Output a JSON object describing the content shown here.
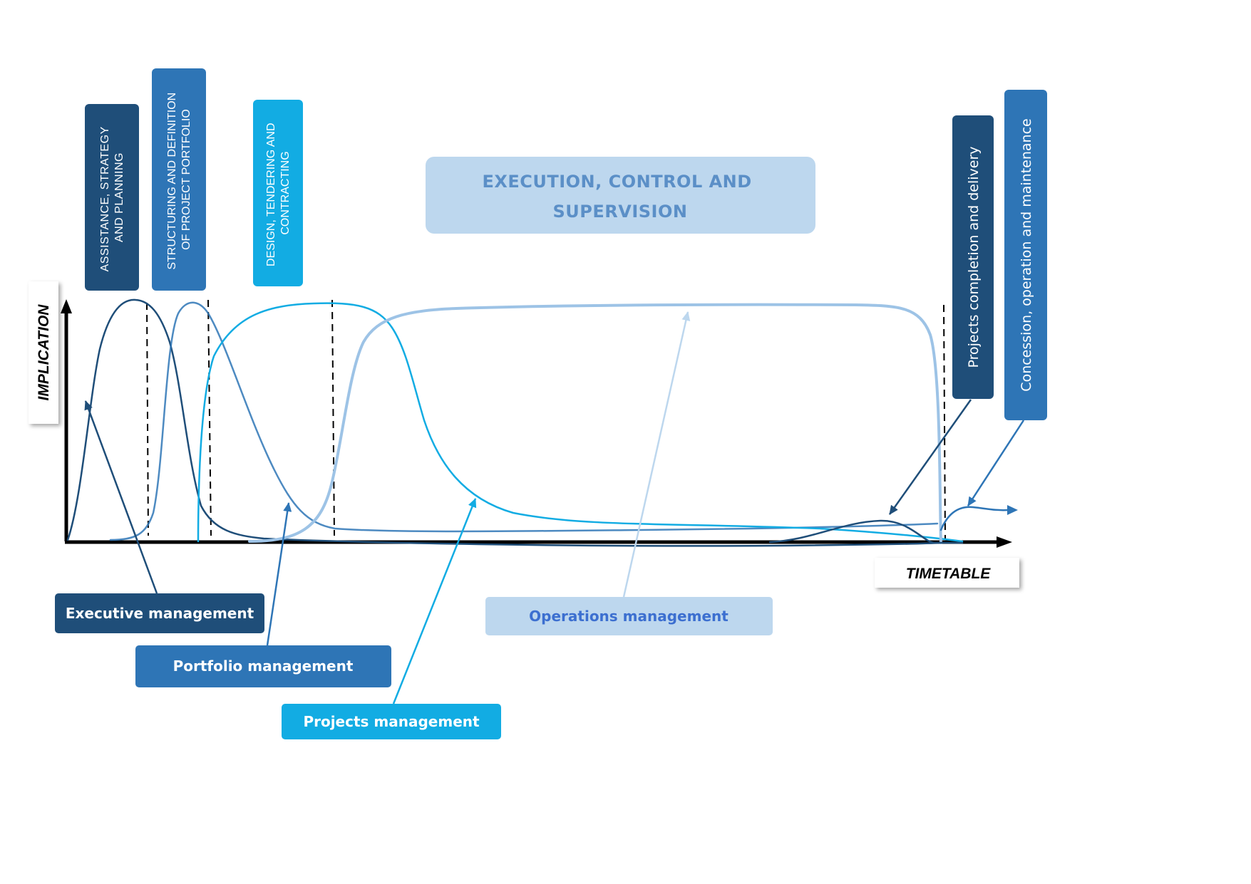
{
  "diagram": {
    "axes": {
      "y_label": "IMPLICATION",
      "x_label": "TIMETABLE"
    },
    "phases": {
      "assistance": [
        "ASSISTANCE, STRATEGY",
        "AND PLANNING"
      ],
      "structuring": [
        "STRUCTURING AND DEFINITION",
        "OF PROJECT PORTFOLIO"
      ],
      "design": [
        "DESIGN, TENDERING AND",
        "CONTRACTING"
      ],
      "execution": [
        "EXECUTION, CONTROL AND",
        "SUPERVISION"
      ],
      "completion": "Projects completion and delivery",
      "concession": "Concession, operation and maintenance"
    },
    "roles": {
      "executive": "Executive management",
      "portfolio": "Portfolio management",
      "projects": "Projects management",
      "operations": "Operations management"
    },
    "colors": {
      "navy": "#1F4E79",
      "blue": "#2E75B6",
      "cyan": "#12ACE3",
      "light": "#BDD7EE",
      "light_stroke": "#9DC3E6",
      "light_text": "#5B8FC7",
      "ops_text": "#3C6FD0"
    }
  }
}
